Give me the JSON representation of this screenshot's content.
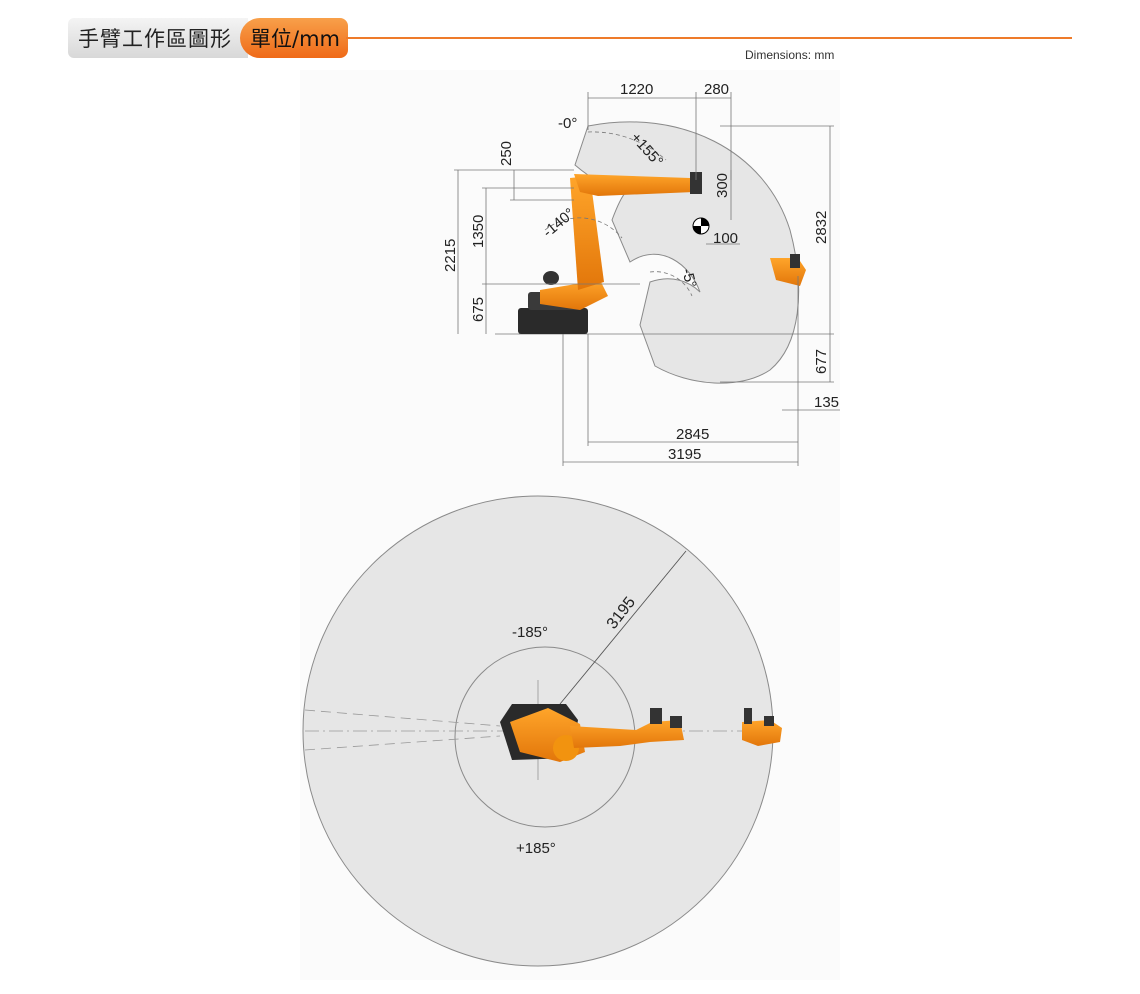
{
  "header": {
    "title": "手臂工作區圖形",
    "unit": "單位/mm"
  },
  "dimensions_note": "Dimensions: mm",
  "side_view": {
    "horizontal_top": [
      "1220",
      "280"
    ],
    "vertical_left": [
      "2215",
      "1350",
      "675",
      "250"
    ],
    "vertical_right": [
      "2832",
      "677"
    ],
    "wrist": [
      "300",
      "100"
    ],
    "reach_offset": "135",
    "reach_inner": "2845",
    "reach_outer": "3195",
    "angles": {
      "axis2_zero": "-0°",
      "axis2_max": "+155°",
      "axis3_min": "-140°",
      "axis3_min_b": "-5°"
    }
  },
  "top_view": {
    "radius_label": "3195",
    "angle_min": "-185°",
    "angle_max": "+185°"
  },
  "colors": {
    "accent": "#ee7b2a",
    "robot": "#f08a10",
    "workspace": "#e8e8e8",
    "base": "#2a2a2a"
  }
}
